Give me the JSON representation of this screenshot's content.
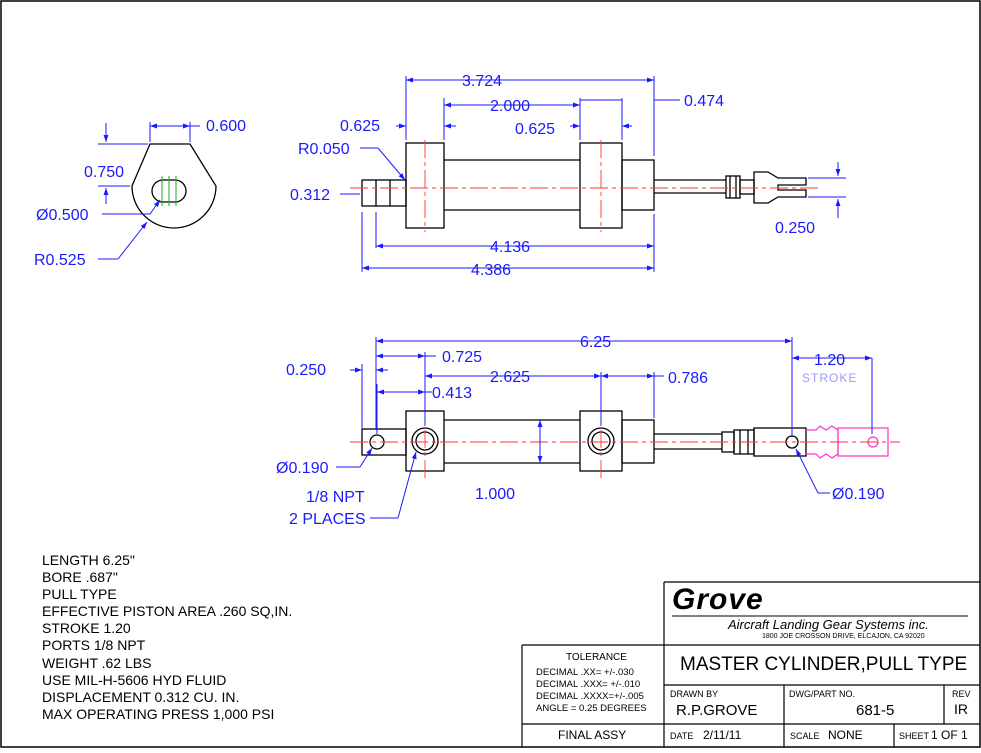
{
  "dimensions": {
    "d0600": "0.600",
    "d0750": "0.750",
    "d0500": "Ø0.500",
    "r0525": "R0.525",
    "d3724": "3.724",
    "d2000": "2.000",
    "d0474": "0.474",
    "d0625a": "0.625",
    "d0625b": "0.625",
    "r0050": "R0.050",
    "d0312": "0.312",
    "d4136": "4.136",
    "d4386": "4.386",
    "d0250a": "0.250",
    "d625": "6.25",
    "d120": "1.20",
    "stroke": "STROKE",
    "d0250b": "0.250",
    "d0725": "0.725",
    "d2625": "2.625",
    "d0786": "0.786",
    "d0413": "0.413",
    "d0190a": "Ø0.190",
    "d0190b": "Ø0.190",
    "d1000": "1.000",
    "npt1": "1/8 NPT",
    "npt2": "2 PLACES"
  },
  "notes": [
    "LENGTH 6.25\"",
    "BORE .687\"",
    "PULL TYPE",
    "EFFECTIVE PISTON AREA .260 SQ,IN.",
    "STROKE 1.20",
    "PORTS 1/8 NPT",
    "WEIGHT .62 LBS",
    "USE MIL-H-5606 HYD FLUID",
    "DISPLACEMENT 0.312 CU. IN.",
    "MAX OPERATING PRESS 1,000 PSI"
  ],
  "title_block": {
    "company_logo": "Grove",
    "company_name": "Aircraft Landing Gear Systems inc.",
    "address": "1800 JOE CROSSON DRIVE, ELCAJON, CA 92020",
    "tolerance_title": "TOLERANCE",
    "tolerances": [
      "DECIMAL .XX= +/-.030",
      "DECIMAL .XXX= +/-.010",
      "DECIMAL .XXXX=+/-.005",
      "ANGLE = 0.25 DEGREES"
    ],
    "title": "MASTER CYLINDER,PULL TYPE",
    "drawn_by_label": "DRAWN BY",
    "drawn_by": "R.P.GROVE",
    "part_no_label": "DWG/PART NO.",
    "part_no": "681-5",
    "rev_label": "REV",
    "rev": "IR",
    "status": "FINAL ASSY",
    "date_label": "DATE",
    "date": "2/11/11",
    "scale_label": "SCALE",
    "scale": "NONE",
    "sheet_label": "SHEET",
    "sheet": "1 OF 1"
  },
  "colors": {
    "dimension": "#1a1aff",
    "centerline": "#ff3333",
    "center_mark": "#22aa22",
    "stroke_ghost": "#ff33cc",
    "outline": "#000000"
  }
}
